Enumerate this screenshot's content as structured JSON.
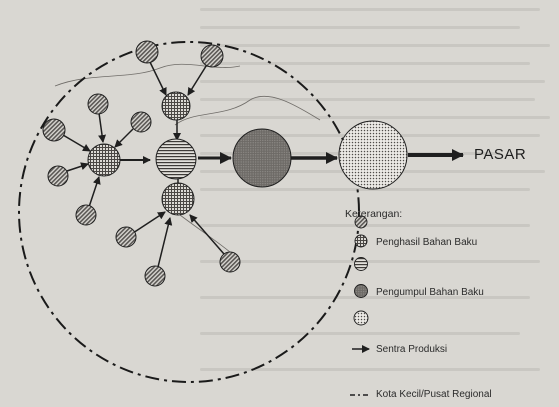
{
  "diagram": {
    "pasar_label": "PASAR",
    "legend": {
      "title": "Keterangan:",
      "items": [
        {
          "key": "penghasil",
          "label": "Penghasil Bahan Baku"
        },
        {
          "key": "pengumpul",
          "label": "Pengumpul Bahan Baku"
        },
        {
          "key": "sentra",
          "label": "Sentra Produksi"
        },
        {
          "key": "kota",
          "label": "Kota Kecil/Pusat Regional"
        }
      ]
    }
  },
  "colors": {
    "background": "#d9d7d2",
    "ink": "#2b2b2b",
    "node_fill": "#7d7a76"
  }
}
